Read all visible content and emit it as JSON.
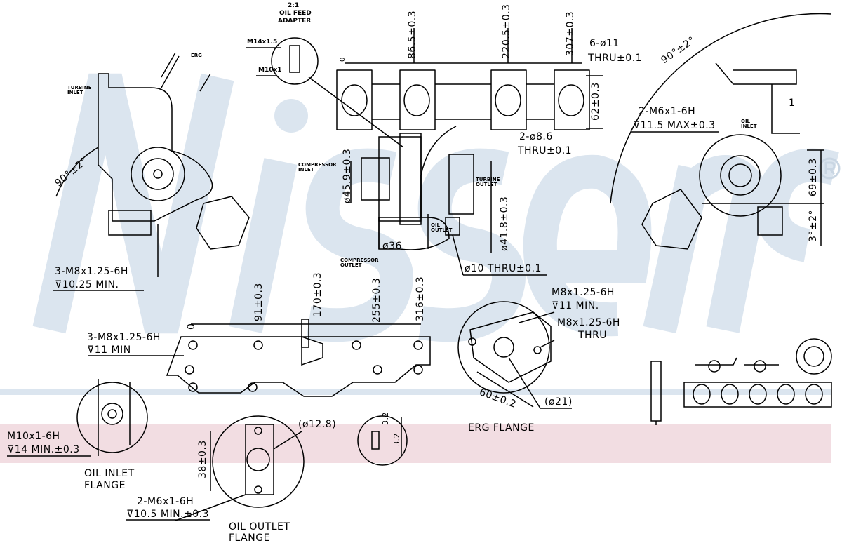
{
  "watermark": {
    "brand": "Nissens",
    "registered": "®",
    "color": "#dbe5ef",
    "band_color": "#f2dde2"
  },
  "oil_feed_adapter": {
    "scale": "2:1",
    "title_1": "OIL FEED",
    "title_2": "ADAPTER",
    "thread_top": "M14x1.5",
    "thread_bottom": "M10x1"
  },
  "top_view": {
    "dims": [
      "0",
      "86.5±0.3",
      "220.5±0.3",
      "307±0.3"
    ],
    "holes_label": "6-ø11",
    "holes_thru": "THRU±0.1",
    "height_dim": "62±0.3",
    "pin_label": "2-ø8.6",
    "pin_thru": "THRU±0.1",
    "compressor_inlet": "COMPRESSOR INLET",
    "turbine_outlet": "TURBINE OUTLET",
    "compressor_outlet": "COMPRESSOR OUTLET",
    "oil_outlet": "OIL OUTLET",
    "inlet_dia": "ø45.9±0.3",
    "outlet_dia": "ø41.8±0.3",
    "comp_out_dia": "ø36",
    "hole_label": "ø10 THRU±0.1"
  },
  "left_view": {
    "turbine_inlet": "TURBINE INLET",
    "erg": "ERG",
    "angle": "90°±2°",
    "thread": "3-M8x1.25-6H",
    "depth": "⊽10.25 MIN."
  },
  "right_view": {
    "angle": "90°±2°",
    "thread": "2-M6x1-6H",
    "depth": "⊽11.5 MAX±0.3",
    "oil_inlet": "OIL INLET",
    "dim_height": "69±0.3",
    "dim_angle": "3°±2°",
    "marker": "1"
  },
  "manifold_view": {
    "dims": [
      "0",
      "91±0.3",
      "170±0.3",
      "255±0.3",
      "316±0.3"
    ],
    "thread": "3-M8x1.25-6H",
    "depth": "⊽11 MIN"
  },
  "erg_flange": {
    "thread_1": "M8x1.25-6H",
    "depth_1": "⊽11 MIN.",
    "thread_2": "M8x1.25-6H",
    "thru": "THRU",
    "spacing": "60±0.2",
    "bore": "(ø21)",
    "title": "ERG FLANGE"
  },
  "oil_inlet_flange": {
    "thread": "M10x1-6H",
    "depth": "⊽14 MIN.±0.3",
    "title_1": "OIL INLET",
    "title_2": "FLANGE"
  },
  "oil_outlet_flange": {
    "bore": "(ø12.8)",
    "spacing": "38±0.3",
    "thread": "2-M6x1-6H",
    "depth": "⊽10.5 MIN.±0.3",
    "title_1": "OIL OUTLET",
    "title_2": "FLANGE"
  },
  "small_detail": {
    "dim_1": "3.2",
    "dim_2": "3.2"
  }
}
